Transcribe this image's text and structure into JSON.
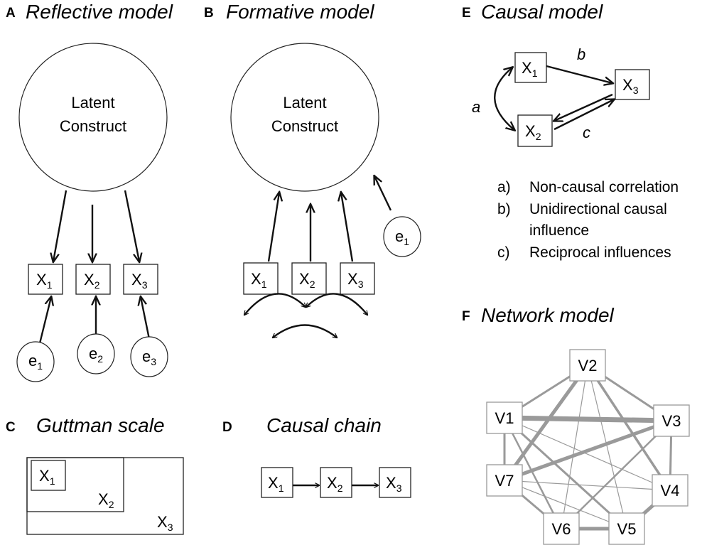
{
  "panels": {
    "A": {
      "letter": "A",
      "title": "Reflective model",
      "latent_line1": "Latent",
      "latent_line2": "Construct",
      "items": [
        "X",
        "X",
        "X"
      ],
      "item_subs": [
        "1",
        "2",
        "3"
      ],
      "errors": [
        "e",
        "e",
        "e"
      ],
      "error_subs": [
        "1",
        "2",
        "3"
      ]
    },
    "B": {
      "letter": "B",
      "title": "Formative model",
      "latent_line1": "Latent",
      "latent_line2": "Construct",
      "items": [
        "X",
        "X",
        "X"
      ],
      "item_subs": [
        "1",
        "2",
        "3"
      ],
      "error": "e",
      "error_sub": "1"
    },
    "C": {
      "letter": "C",
      "title": "Guttman scale",
      "items": [
        "X",
        "X",
        "X"
      ],
      "item_subs": [
        "1",
        "2",
        "3"
      ]
    },
    "D": {
      "letter": "D",
      "title": "Causal chain",
      "items": [
        "X",
        "X",
        "X"
      ],
      "item_subs": [
        "1",
        "2",
        "3"
      ]
    },
    "E": {
      "letter": "E",
      "title": "Causal model",
      "items": [
        "X",
        "X",
        "X"
      ],
      "item_subs": [
        "1",
        "2",
        "3"
      ],
      "path_labels": {
        "a": "a",
        "b": "b",
        "c": "c"
      },
      "legend": [
        {
          "key": "a)",
          "text": "Non-causal correlation"
        },
        {
          "key": "b)",
          "text": "Unidirectional causal"
        },
        {
          "key": "",
          "text": "influence"
        },
        {
          "key": "c)",
          "text": "Reciprocal influences"
        }
      ]
    },
    "F": {
      "letter": "F",
      "title": "Network model",
      "nodes": [
        "V1",
        "V2",
        "V3",
        "V4",
        "V5",
        "V6",
        "V7"
      ]
    }
  },
  "colors": {
    "network_edge": "#9a9a9a",
    "network_box": "#999999",
    "arrow": "#111111"
  }
}
